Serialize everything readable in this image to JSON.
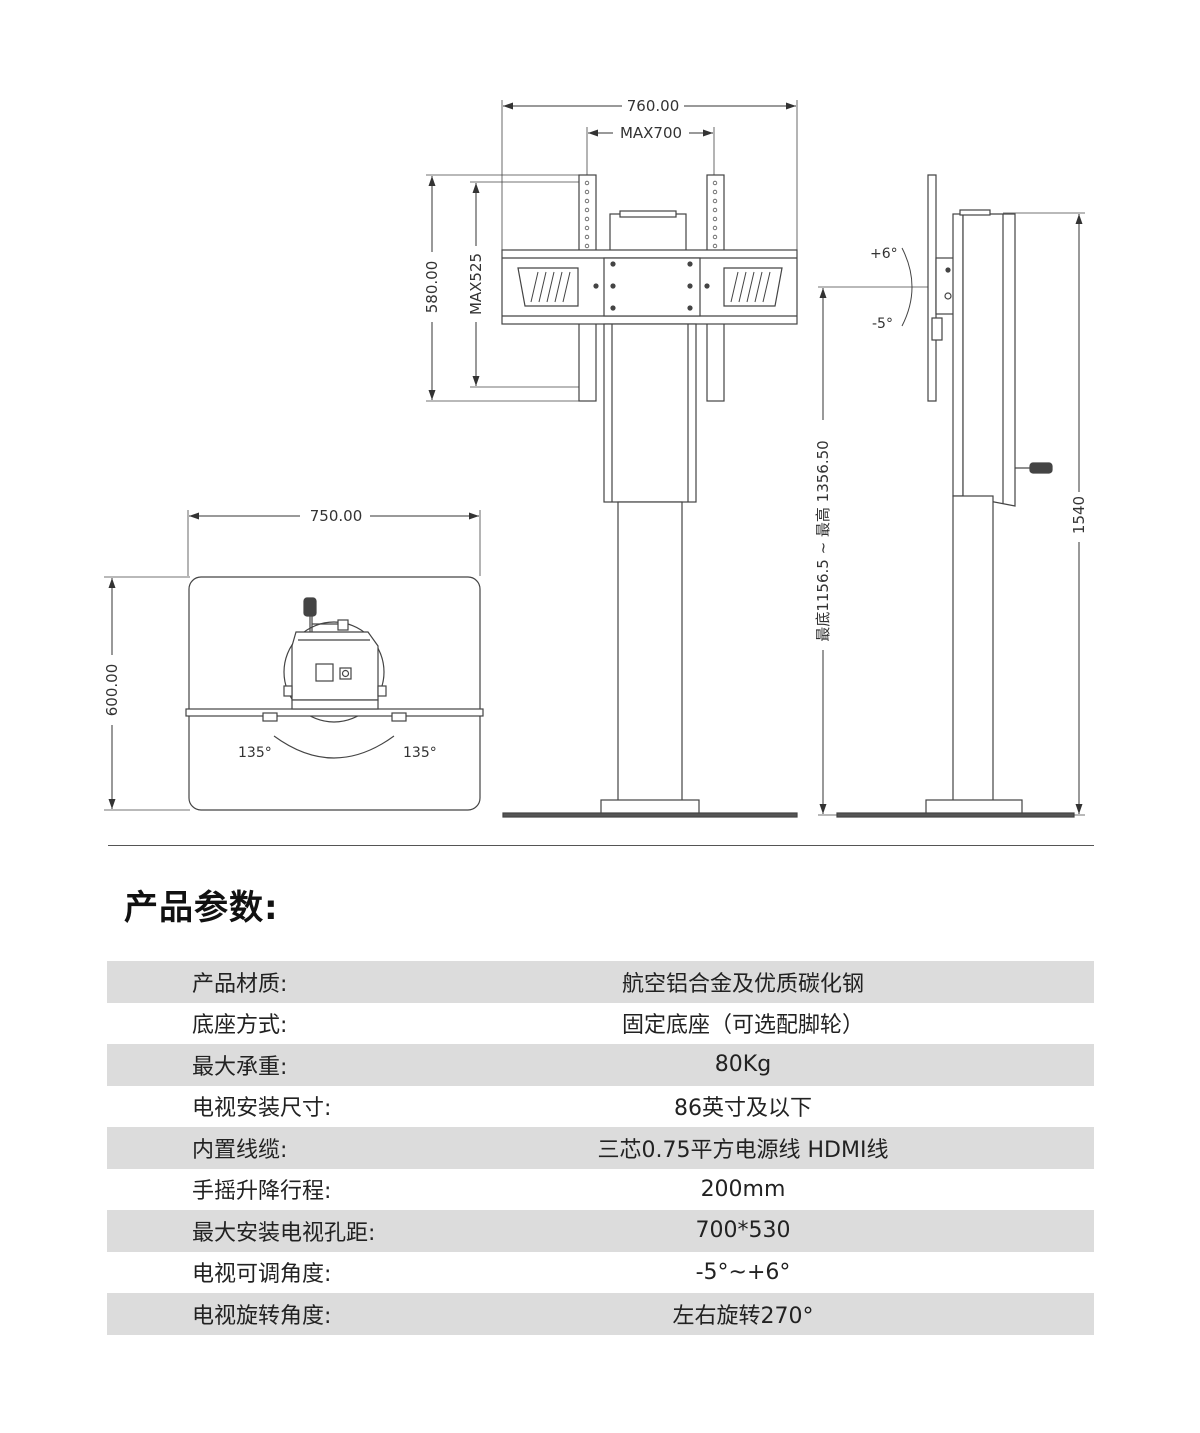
{
  "dimensions": {
    "front_width": "760.00",
    "front_vesa_width": "MAX700",
    "front_height": "580.00",
    "front_vesa_height": "MAX525",
    "base_width": "750.00",
    "base_depth": "600.00",
    "side_height_range": "最底1156.5 ~ 最高 1356.50",
    "side_total_height": "1540"
  },
  "angles": {
    "tilt_up": "+6°",
    "tilt_down": "-5°",
    "rotate_left": "135°",
    "rotate_right": "135°"
  },
  "section_title": "产品参数:",
  "specs": [
    {
      "label": "产品材质:",
      "value": "航空铝合金及优质碳化钢"
    },
    {
      "label": "底座方式:",
      "value": "固定底座（可选配脚轮）"
    },
    {
      "label": "最大承重:",
      "value": "80Kg"
    },
    {
      "label": "电视安装尺寸:",
      "value": "86英寸及以下"
    },
    {
      "label": "内置线缆:",
      "value": "三芯0.75平方电源线 HDMI线"
    },
    {
      "label": "手摇升降行程:",
      "value": "200mm"
    },
    {
      "label": "最大安装电视孔距:",
      "value": "700*530"
    },
    {
      "label": "电视可调角度:",
      "value": "-5°~+6°"
    },
    {
      "label": "电视旋转角度:",
      "value": "左右旋转270°"
    }
  ]
}
